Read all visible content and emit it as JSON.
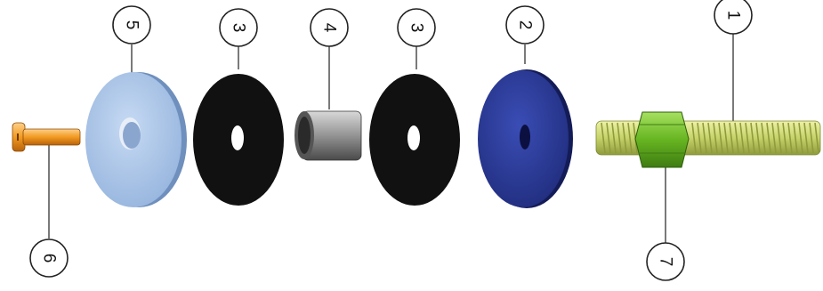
{
  "diagram": {
    "parts": [
      {
        "id": "part-1",
        "label": "1",
        "name": "threaded-rod",
        "color": "#c6d36a"
      },
      {
        "id": "part-2",
        "label": "2",
        "name": "blue-washer",
        "color": "#2d3c9b"
      },
      {
        "id": "part-3a",
        "label": "3",
        "name": "black-washer",
        "color": "#111111"
      },
      {
        "id": "part-4",
        "label": "4",
        "name": "sleeve",
        "color": "#8a8a8a"
      },
      {
        "id": "part-3b",
        "label": "3",
        "name": "black-washer",
        "color": "#111111"
      },
      {
        "id": "part-5",
        "label": "5",
        "name": "light-blue-washer",
        "color": "#a9c4e6"
      },
      {
        "id": "part-6",
        "label": "6",
        "name": "screw",
        "color": "#f29a21"
      },
      {
        "id": "part-7",
        "label": "7",
        "name": "nut",
        "color": "#67b521"
      }
    ]
  }
}
